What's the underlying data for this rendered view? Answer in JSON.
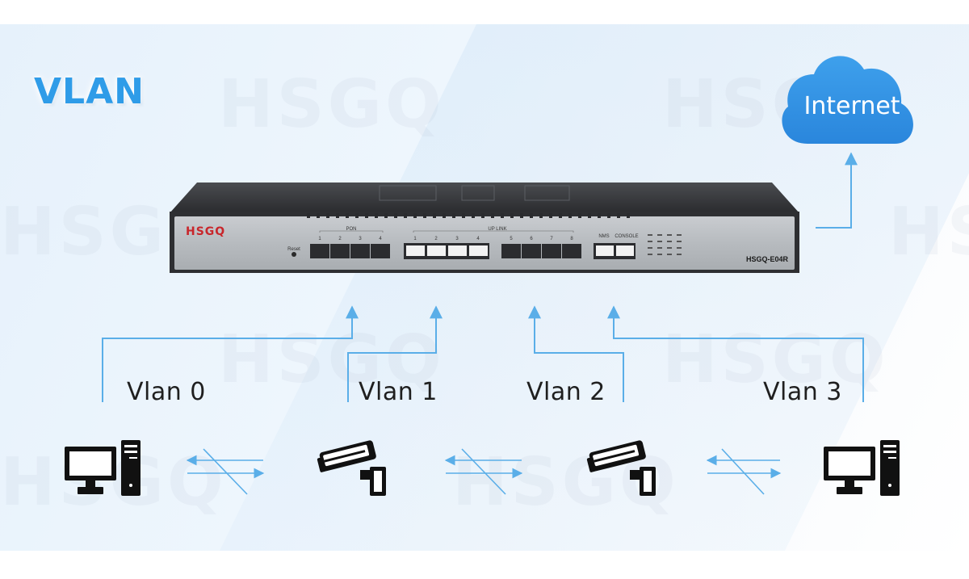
{
  "diagram": {
    "title": "VLAN",
    "cloud_label": "Internet",
    "device": {
      "brand": "HSGQ",
      "model": "HSGQ-E04R",
      "reset_label": "Reset",
      "pon_label": "PON",
      "uplink_label": "UP LINK",
      "nms_label": "NMS",
      "console_label": "CONSOLE",
      "pon_ports": [
        "1",
        "2",
        "3",
        "4"
      ],
      "uplink_ports": [
        "1",
        "2",
        "3",
        "4",
        "5",
        "6",
        "7",
        "8"
      ]
    },
    "vlans": [
      "Vlan 0",
      "Vlan 1",
      "Vlan 2",
      "Vlan 3"
    ],
    "endpoints": [
      "computer-icon",
      "camera-icon",
      "camera-icon",
      "computer-icon"
    ],
    "watermark": "HSGQ",
    "colors": {
      "accent": "#2f9ce8",
      "line": "#5aaee8",
      "cloud": "#2f8fe0"
    }
  }
}
